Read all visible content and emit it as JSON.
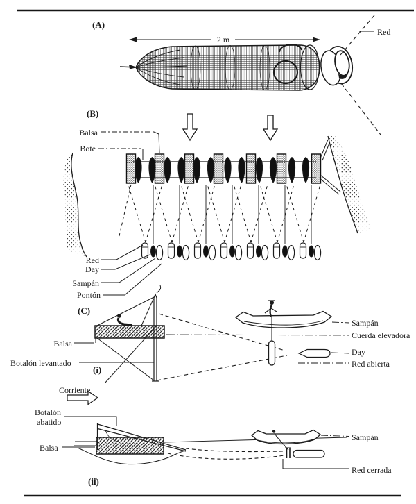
{
  "colors": {
    "ink": "#1b1b1b",
    "paper": "#ffffff"
  },
  "a": {
    "label": "(A)",
    "dimension": "2 m",
    "red": "Red"
  },
  "b": {
    "label": "(B)",
    "balsa": "Balsa",
    "bote": "Bote",
    "red": "Red",
    "day": "Day",
    "sampan": "Sampán",
    "ponton": "Pontón"
  },
  "c": {
    "label": "(C)",
    "i": "(i)",
    "ii": "(ii)",
    "corriente": "Corriente",
    "i_left": {
      "balsa": "Balsa",
      "botalon": "Botalón levantado"
    },
    "i_right": {
      "sampan": "Sampán",
      "cuerda": "Cuerda elevadora",
      "day": "Day",
      "red_abierta": "Red abierta"
    },
    "ii_left": {
      "botalon1": "Botalón",
      "botalon2": "abatido",
      "balsa": "Balsa"
    },
    "ii_right": {
      "sampan": "Sampán",
      "red_cerrada": "Red cerrada"
    }
  }
}
